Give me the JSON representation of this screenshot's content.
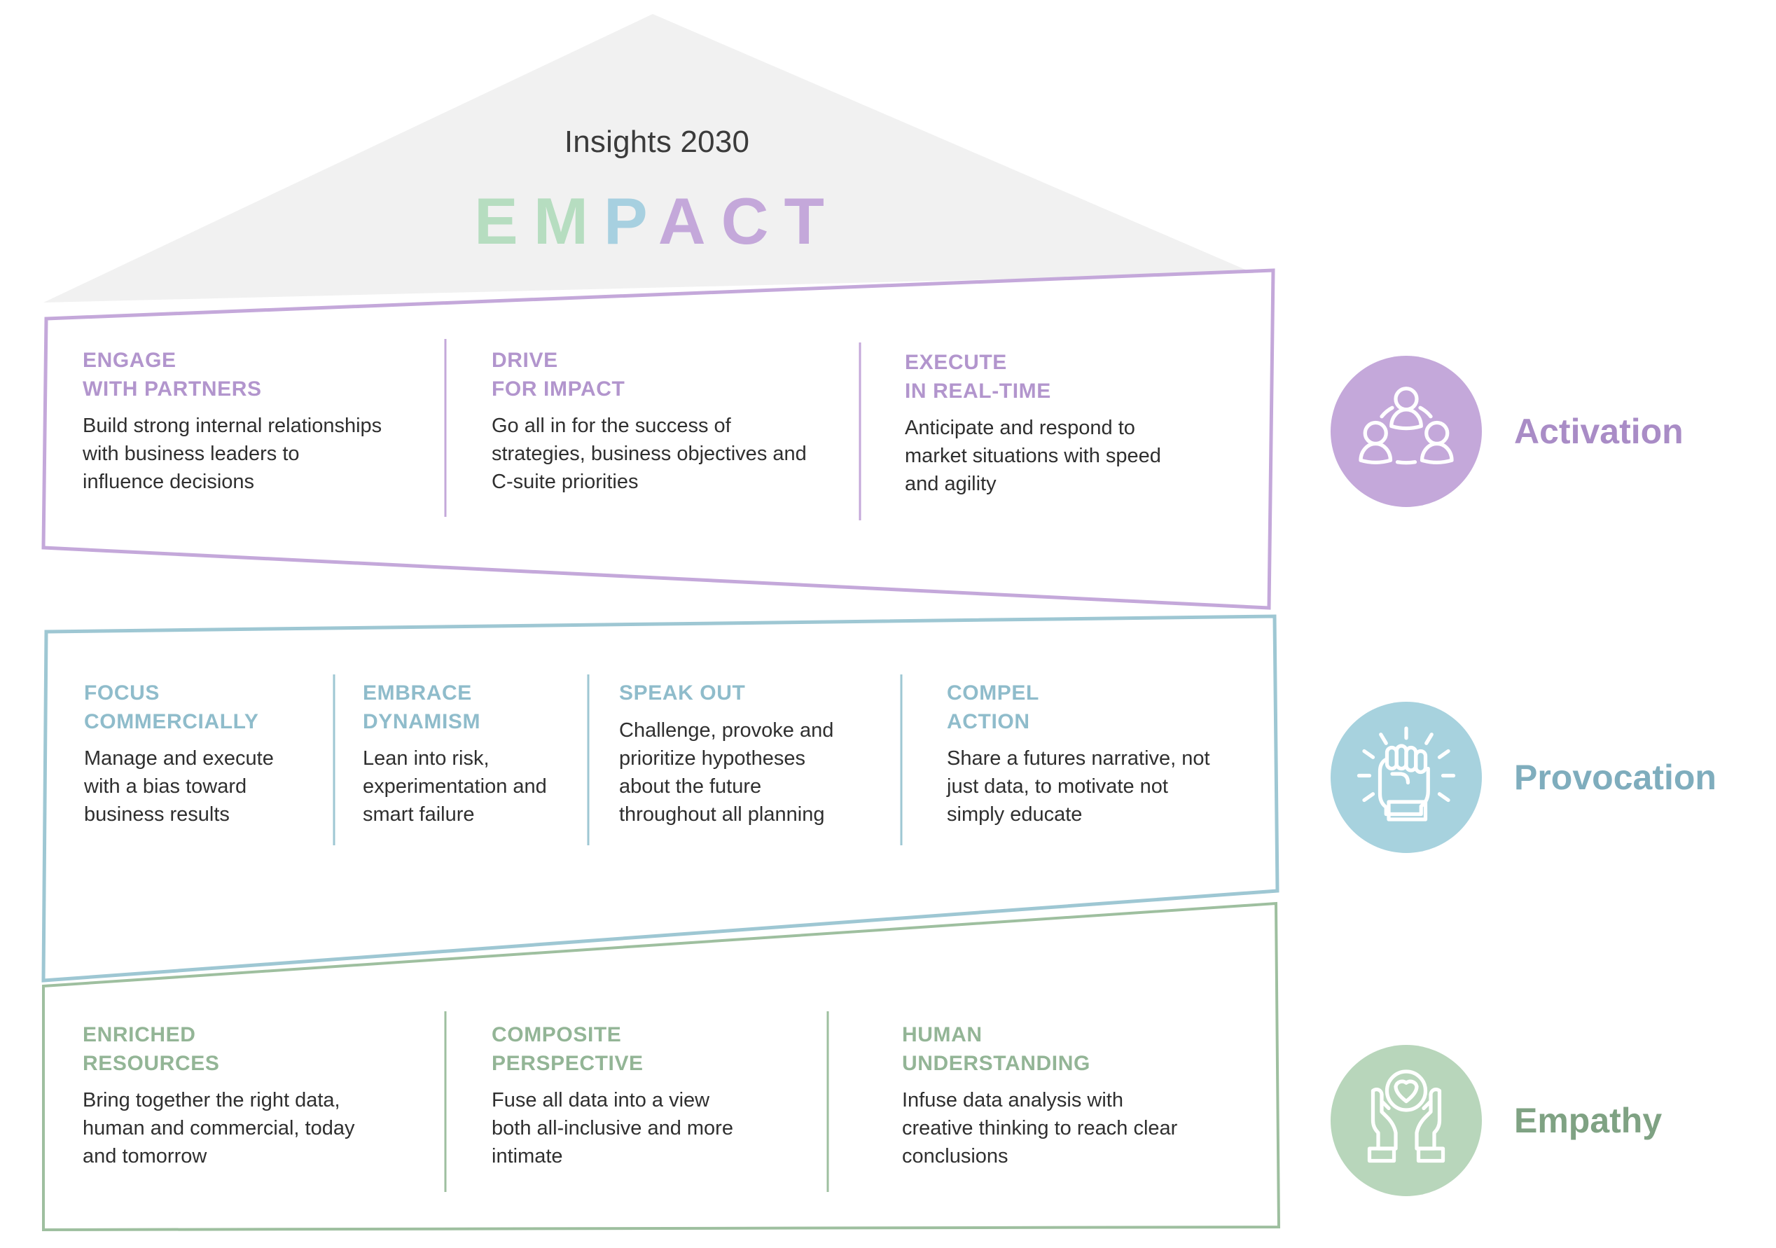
{
  "header": {
    "title": "Insights 2030",
    "acronym": "EMPACT",
    "acronym_letters": [
      {
        "char": "E",
        "color": "#b6ddc0"
      },
      {
        "char": "M",
        "color": "#b6ddc0"
      },
      {
        "char": "P",
        "color": "#a7d0e0"
      },
      {
        "char": "A",
        "color": "#c4a8da"
      },
      {
        "char": "C",
        "color": "#c4a8da"
      },
      {
        "char": "T",
        "color": "#c4a8da"
      }
    ]
  },
  "colors": {
    "roof": "#f1f1f1",
    "activation": "#c4a8da",
    "provocation": "#9ec7d3",
    "empathy": "#9ebf9f",
    "body_text": "#2f2f2f",
    "title_text": "#3b3b3b"
  },
  "tiers": [
    {
      "key": "activation",
      "legend_label": "Activation",
      "legend_icon": "people-network-icon",
      "accent": "#c4a8da",
      "columns": [
        {
          "heading": "ENGAGE\nWITH PARTNERS",
          "body": "Build strong internal relationships\nwith business leaders to\ninfluence decisions"
        },
        {
          "heading": "DRIVE\nFOR IMPACT",
          "body": "Go all in for the success of\nstrategies, business objectives and\nC-suite priorities"
        },
        {
          "heading": "EXECUTE\nIN REAL-TIME",
          "body": "Anticipate and respond to\nmarket situations with speed\nand agility"
        }
      ]
    },
    {
      "key": "provocation",
      "legend_label": "Provocation",
      "legend_icon": "raised-fist-icon",
      "accent": "#9ec7d3",
      "columns": [
        {
          "heading": "FOCUS\nCOMMERCIALLY",
          "body": "Manage and execute\nwith a bias toward\nbusiness results"
        },
        {
          "heading": "EMBRACE\nDYNAMISM",
          "body": "Lean into risk,\nexperimentation and\nsmart failure"
        },
        {
          "heading": "SPEAK OUT",
          "body": "Challenge, provoke and\nprioritize hypotheses\nabout the future\nthroughout all planning"
        },
        {
          "heading": "COMPEL\nACTION",
          "body": "Share a futures narrative, not\njust data, to motivate not\nsimply educate"
        }
      ]
    },
    {
      "key": "empathy",
      "legend_label": "Empathy",
      "legend_icon": "hands-heart-icon",
      "accent": "#9ebf9f",
      "columns": [
        {
          "heading": "ENRICHED\nRESOURCES",
          "body": "Bring together the right data,\nhuman and commercial, today\nand tomorrow"
        },
        {
          "heading": "COMPOSITE\nPERSPECTIVE",
          "body": "Fuse all data into a view\nboth all-inclusive and more\nintimate"
        },
        {
          "heading": "HUMAN\nUNDERSTANDING",
          "body": "Infuse data analysis with\ncreative thinking to reach clear\nconclusions"
        }
      ]
    }
  ]
}
